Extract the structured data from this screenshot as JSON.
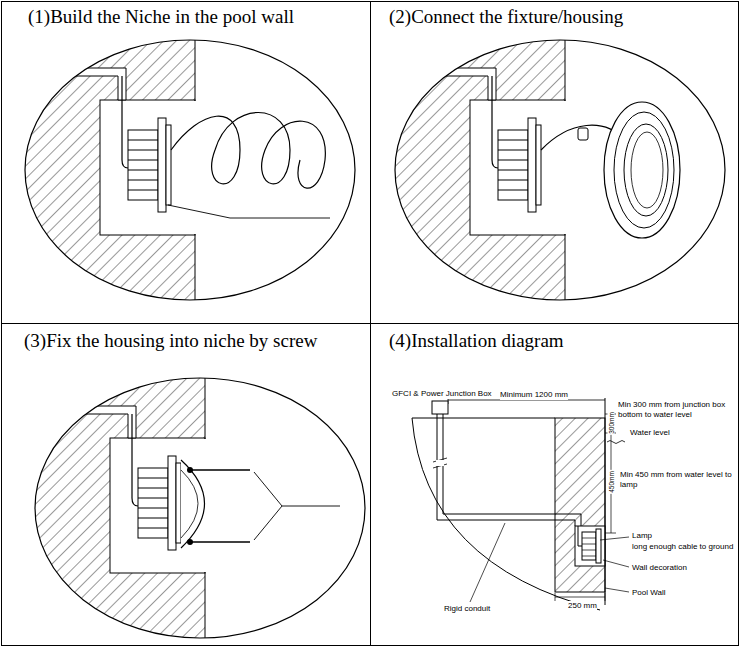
{
  "diagram": {
    "nodes": [
      {
        "text": [
          "(1)Build the Niche in the pool wall"
        ]
      },
      {
        "text": [
          "(2)Connect the fixture/housing"
        ]
      },
      {
        "text": [
          "(3)Fix the housing into niche by screw"
        ]
      },
      {
        "text": [
          "(4)Installation diagram"
        ]
      }
    ],
    "labels": [
      "GFCI & Power Junction Box",
      "Minimum 1200 mm",
      "Min 300 mm from junction box bottom to water level",
      "300mm",
      "Water level",
      "Min 450 mm from water level to lamp",
      "450mm",
      "Lamp",
      "long enough cable to ground",
      "Wall decoration",
      "Pool Wall",
      "Rigid conduit",
      "250 mm"
    ]
  }
}
